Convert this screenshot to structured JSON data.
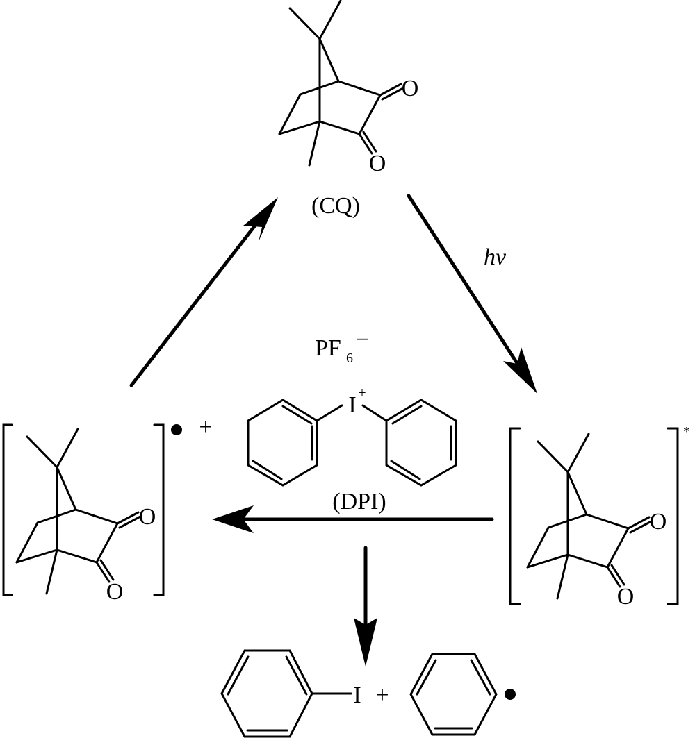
{
  "molecules": {
    "cq_label": "(CQ)",
    "oxygen": "O",
    "dpi_label": "(DPI)",
    "counterion": "PF",
    "counterion_sub": "6",
    "counterion_charge": "−",
    "iodine": "I",
    "iodonium_charge": "+",
    "radical_cation_charge": "+",
    "excited_state_mark": "*",
    "product_plus": "+"
  },
  "arrows": {
    "light_label": "hv"
  },
  "colors": {
    "ink": "#000000",
    "background": "#ffffff"
  }
}
